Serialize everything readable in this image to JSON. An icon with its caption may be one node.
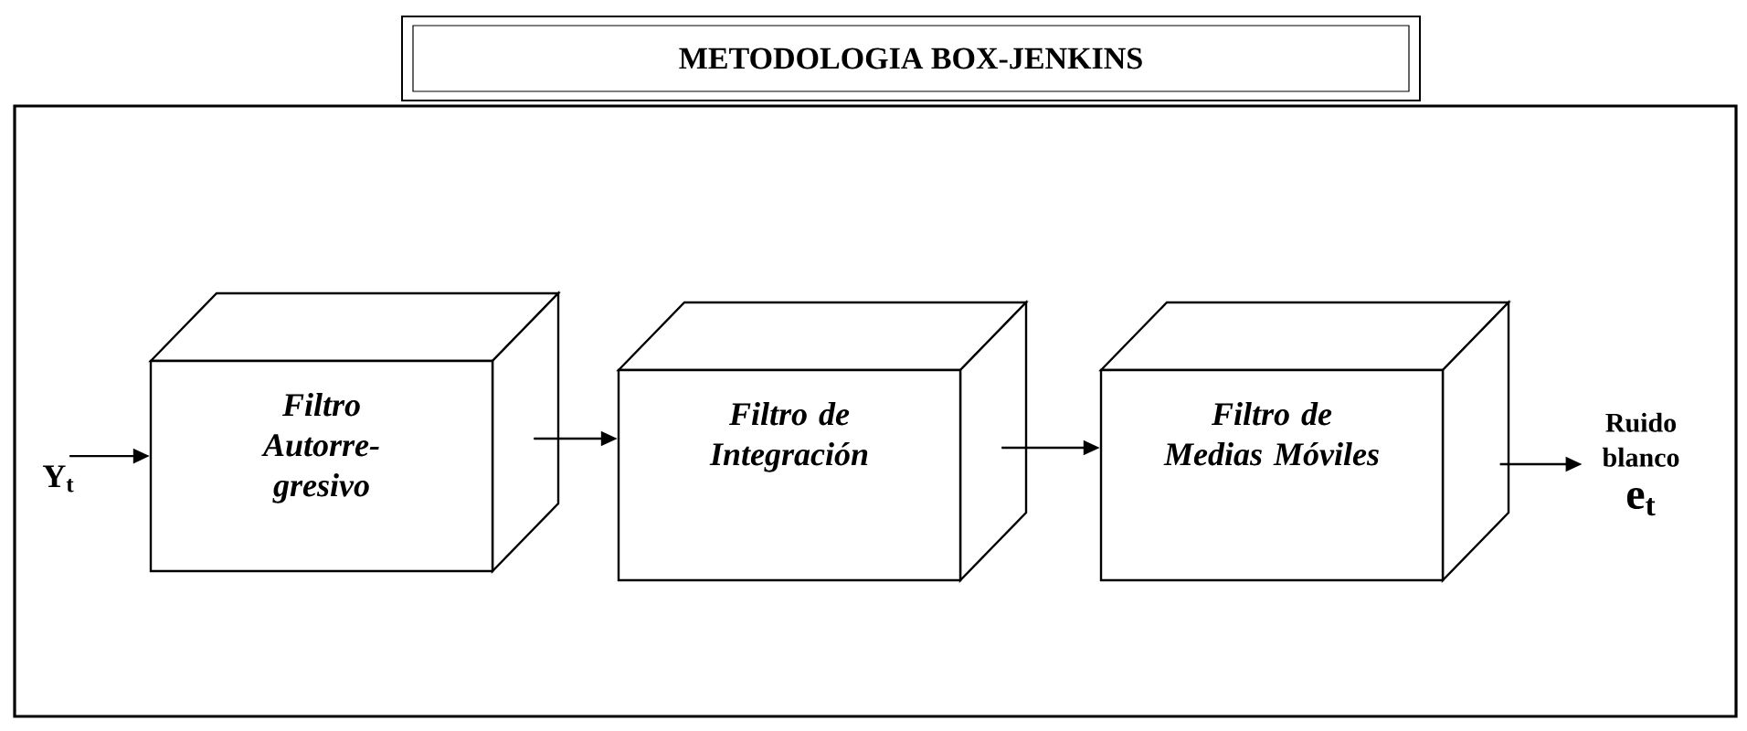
{
  "diagram": {
    "title": "METODOLOGIA BOX-JENKINS",
    "nodes": [
      {
        "text": [
          "Y$_{t}$"
        ]
      },
      {
        "text": [
          "Filtro Autorre- gresivo"
        ]
      },
      {
        "text": [
          "Filtro de Integración"
        ]
      },
      {
        "text": [
          "Filtro de Medias Móviles"
        ]
      },
      {
        "text": [
          "Ruido blanco",
          "e$_{t}$"
        ]
      }
    ],
    "edges": [
      {
        "from": 0,
        "to": 1,
        "arrow": "to"
      },
      {
        "from": 1,
        "to": 2,
        "arrow": "to"
      },
      {
        "from": 2,
        "to": 3,
        "arrow": "to"
      },
      {
        "from": 3,
        "to": 4,
        "arrow": "to"
      }
    ]
  }
}
